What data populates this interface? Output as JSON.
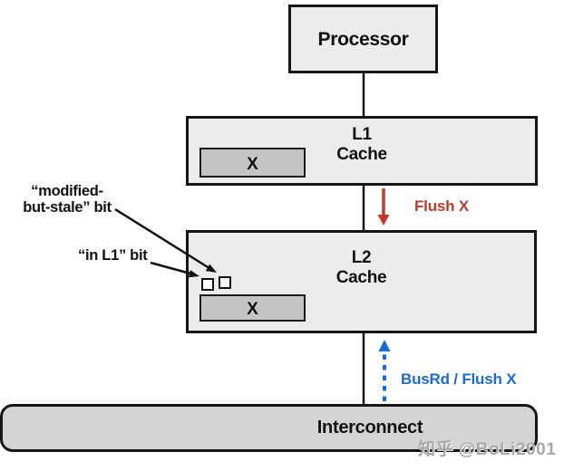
{
  "diagram": {
    "processor": {
      "label": "Processor"
    },
    "l1_cache": {
      "label_line1": "L1",
      "label_line2": "Cache",
      "block_label": "X"
    },
    "l2_cache": {
      "label_line1": "L2",
      "label_line2": "Cache",
      "block_label": "X"
    },
    "interconnect": {
      "label": "Interconnect"
    },
    "flush_label": "Flush X",
    "busrd_label": "BusRd / Flush X",
    "annotations": {
      "modified_bit_line1": "“modified-",
      "modified_bit_line2": "but-stale” bit",
      "in_l1_bit": "“in L1” bit"
    }
  },
  "colors": {
    "flush_red": "#bf3a28",
    "busrd_blue": "#1a6bd5",
    "connector_black": "#111111",
    "box_fill": "#ececec",
    "inner_block_fill": "#c4c4c4",
    "interconnect_fill": "#d4d4d4"
  },
  "watermark": {
    "text": "知乎 @BoLi2001"
  }
}
